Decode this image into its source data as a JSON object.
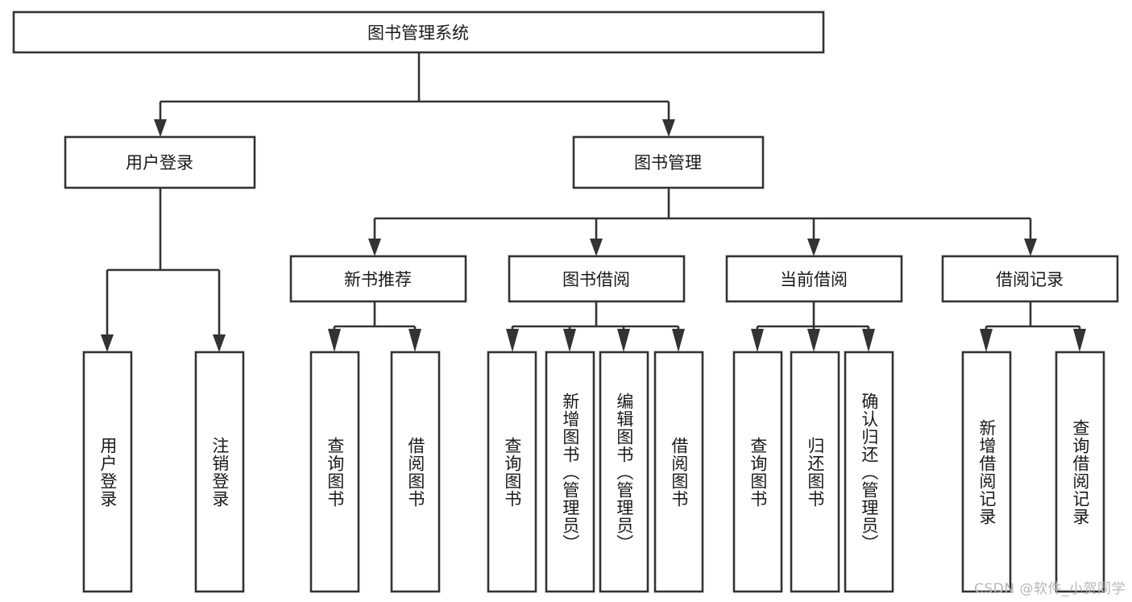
{
  "diagram": {
    "type": "tree-hierarchy",
    "title": "图书管理系统",
    "root": {
      "id": "root",
      "label": "图书管理系统",
      "orientation": "horizontal"
    },
    "level2": [
      {
        "id": "user-login",
        "label": "用户登录",
        "orientation": "horizontal"
      },
      {
        "id": "book-manage",
        "label": "图书管理",
        "orientation": "horizontal"
      }
    ],
    "level3": [
      {
        "id": "new-book-recommend",
        "label": "新书推荐",
        "parent": "book-manage",
        "orientation": "horizontal"
      },
      {
        "id": "book-borrow",
        "label": "图书借阅",
        "parent": "book-manage",
        "orientation": "horizontal"
      },
      {
        "id": "current-borrow",
        "label": "当前借阅",
        "parent": "book-manage",
        "orientation": "horizontal"
      },
      {
        "id": "borrow-record",
        "label": "借阅记录",
        "parent": "book-manage",
        "orientation": "horizontal"
      }
    ],
    "leaves": [
      {
        "id": "leaf-user-login",
        "label": "用户登录",
        "parent": "user-login",
        "orientation": "vertical"
      },
      {
        "id": "leaf-logout-login",
        "label": "注销登录",
        "parent": "user-login",
        "orientation": "vertical"
      },
      {
        "id": "leaf-query-book-1",
        "label": "查询图书",
        "parent": "new-book-recommend",
        "orientation": "vertical"
      },
      {
        "id": "leaf-borrow-book-1",
        "label": "借阅图书",
        "parent": "new-book-recommend",
        "orientation": "vertical"
      },
      {
        "id": "leaf-query-book-2",
        "label": "查询图书",
        "parent": "book-borrow",
        "orientation": "vertical"
      },
      {
        "id": "leaf-add-book",
        "label": "新增图书（管理员）",
        "parent": "book-borrow",
        "orientation": "vertical"
      },
      {
        "id": "leaf-edit-book",
        "label": "编辑图书（管理员）",
        "parent": "book-borrow",
        "orientation": "vertical"
      },
      {
        "id": "leaf-borrow-book-2",
        "label": "借阅图书",
        "parent": "book-borrow",
        "orientation": "vertical"
      },
      {
        "id": "leaf-query-book-3",
        "label": "查询图书",
        "parent": "current-borrow",
        "orientation": "vertical"
      },
      {
        "id": "leaf-return-book",
        "label": "归还图书",
        "parent": "current-borrow",
        "orientation": "vertical"
      },
      {
        "id": "leaf-confirm-return",
        "label": "确认归还（管理员）",
        "parent": "current-borrow",
        "orientation": "vertical"
      },
      {
        "id": "leaf-add-record",
        "label": "新增借阅记录",
        "parent": "borrow-record",
        "orientation": "vertical"
      },
      {
        "id": "leaf-query-record",
        "label": "查询借阅记录",
        "parent": "borrow-record",
        "orientation": "vertical"
      }
    ],
    "watermark": "CSDN @软件_小贺同学",
    "colors": {
      "stroke": "#333333",
      "fill": "#ffffff",
      "text": "#1a1a1a",
      "watermark": "#b7b7b7"
    }
  }
}
